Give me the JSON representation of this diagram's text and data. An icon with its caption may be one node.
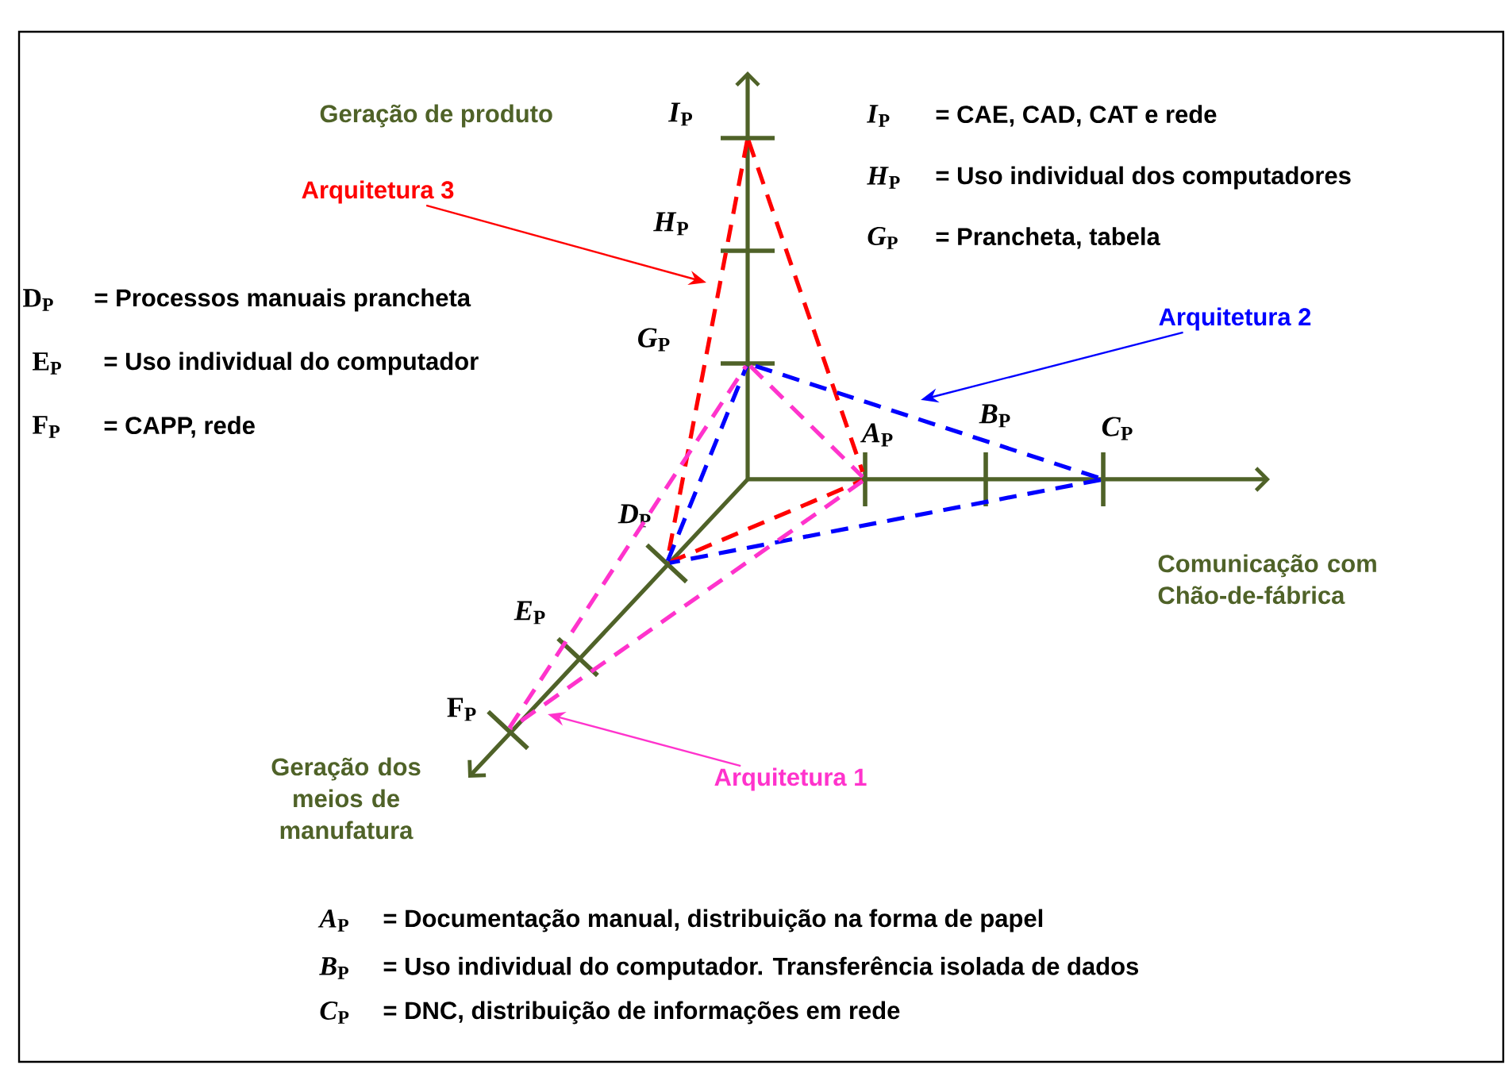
{
  "diagram": {
    "nodes": [
      {
        "text": [],
        "shape": "bar",
        "beside": [
          "*I*$_{P}$"
        ]
      },
      {
        "text": [],
        "shape": "bar",
        "beside": [
          "*H*$_{P}$"
        ]
      },
      {
        "text": [],
        "shape": "bar",
        "beside": [
          "*G*$_{P}$"
        ]
      },
      {
        "text": [],
        "shape": "bar",
        "beside": [
          "*A*$_{P}$"
        ]
      },
      {
        "text": [],
        "shape": "bar",
        "beside": [
          "*B*$_{P}$"
        ]
      },
      {
        "text": [],
        "shape": "bar",
        "beside": [
          "*C*$_{P}$"
        ]
      },
      {
        "text": [],
        "shape": "bar",
        "beside": [
          "*D*$_{P}$"
        ]
      },
      {
        "text": [],
        "shape": "bar",
        "beside": [
          "*E*$_{P}$"
        ]
      },
      {
        "text": [],
        "shape": "bar",
        "beside": [
          "F$_{P}$"
        ]
      },
      {
        "text": [
          "Arquitetura 3"
        ]
      },
      {
        "text": [
          "Arquitetura 2"
        ]
      },
      {
        "text": [
          "Arquitetura 1"
        ]
      }
    ],
    "edges": [
      {
        "from": 0,
        "to": 3,
        "arrow": "none",
        "style": "dashed",
        "color": "#ff0000"
      },
      {
        "from": 0,
        "to": 6,
        "arrow": "none",
        "style": "dashed",
        "color": "#ff0000"
      },
      {
        "from": 6,
        "to": 3,
        "arrow": "none",
        "style": "dashed",
        "color": "#ff0000"
      },
      {
        "from": 2,
        "to": 5,
        "arrow": "none",
        "style": "dashed",
        "color": "#0000ff"
      },
      {
        "from": 5,
        "to": 6,
        "arrow": "none",
        "style": "dashed",
        "color": "#0000ff"
      },
      {
        "from": 6,
        "to": 2,
        "arrow": "none",
        "style": "dashed",
        "color": "#0000ff"
      },
      {
        "from": 2,
        "to": 3,
        "arrow": "none",
        "style": "dashed",
        "color": "#ff33cc"
      },
      {
        "from": 3,
        "to": 8,
        "arrow": "none",
        "style": "dashed",
        "color": "#ff33cc"
      },
      {
        "from": 8,
        "to": 2,
        "arrow": "none",
        "style": "dashed",
        "color": "#ff33cc"
      },
      {
        "from": 9,
        "to": null,
        "arrow": "to",
        "color": "#ff0000"
      },
      {
        "from": 10,
        "to": null,
        "arrow": "to",
        "color": "#0000ff"
      },
      {
        "from": 11,
        "to": null,
        "arrow": "to",
        "color": "#ff33cc"
      }
    ],
    "labels": [
      "Geração de produto",
      "*I*$_{P}$",
      "= CAE, CAD, CAT e rede",
      "*H*$_{P}$",
      "= Uso individual dos computadores",
      "*G*$_{P}$",
      "= Prancheta, tabela",
      "D$_{P}$",
      "= Processos manuais prancheta",
      "E$_{P}$",
      "= Uso individual do computador",
      "F$_{P}$",
      "= CAPP, rede",
      "Comunicação com Chão-de-fábrica",
      "Geração dos meios de manufatura",
      "*A*$_{P}$",
      "= Documentação manual, distribuição na forma de papel",
      "*B*$_{P}$",
      "= Uso individual do computador. Transferência isolada de dados",
      "*C*$_{P}$",
      "= DNC, distribuição de informações  em rede"
    ]
  }
}
